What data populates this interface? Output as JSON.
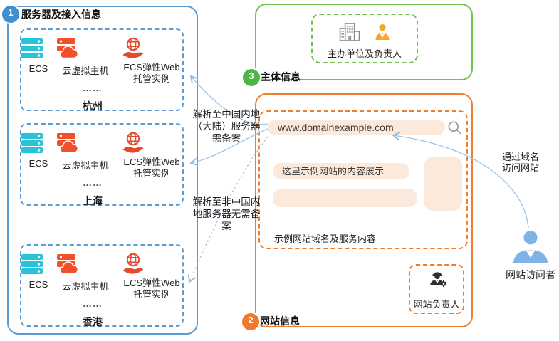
{
  "diagram": {
    "server_panel": {
      "badge": "1",
      "title": "服务器及接入信息",
      "groups": [
        {
          "city": "杭州",
          "items": [
            "ECS",
            "云虚拟主机",
            "ECS弹性Web托管实例"
          ],
          "more": "……"
        },
        {
          "city": "上海",
          "items": [
            "ECS",
            "云虚拟主机",
            "ECS弹性Web托管实例"
          ],
          "more": "……"
        },
        {
          "city": "香港",
          "items": [
            "ECS",
            "云虚拟主机",
            "ECS弹性Web托管实例"
          ],
          "more": "……"
        }
      ]
    },
    "subject_panel": {
      "badge": "3",
      "title": "主体信息",
      "label": "主办单位及负责人"
    },
    "website_panel": {
      "badge": "2",
      "title": "网站信息",
      "browser": {
        "domain": "www.domainexample.com",
        "content_line": "这里示例网站的内容展示",
        "caption": "示例网站域名及服务内容"
      },
      "owner_label": "网站负责人"
    },
    "annotations": {
      "resolve_mainland": "解析至中国内地（大陆）服务器需备案",
      "resolve_overseas": "解析至非中国内地服务器无需备案",
      "visit": "通过域名访问网站",
      "visitor": "网站访问者"
    },
    "icons": {
      "ecs": "server-stack",
      "cloud_host": "server-with-cloud",
      "web_hosting": "globe-on-hand",
      "subject": "building-and-person",
      "owner": "admin-person-with-gear",
      "visitor": "person-bust",
      "search": "magnifier"
    },
    "colors": {
      "blue": "#5B9BD5",
      "green": "#6FC24E",
      "orange": "#F07D2D",
      "cyan": "#28C3D8",
      "red_icon": "#F1502B",
      "arrow_blue": "#97BFE8",
      "peach_fill": "#FBE9DC",
      "badge_blue": "#3E8FD0"
    }
  }
}
